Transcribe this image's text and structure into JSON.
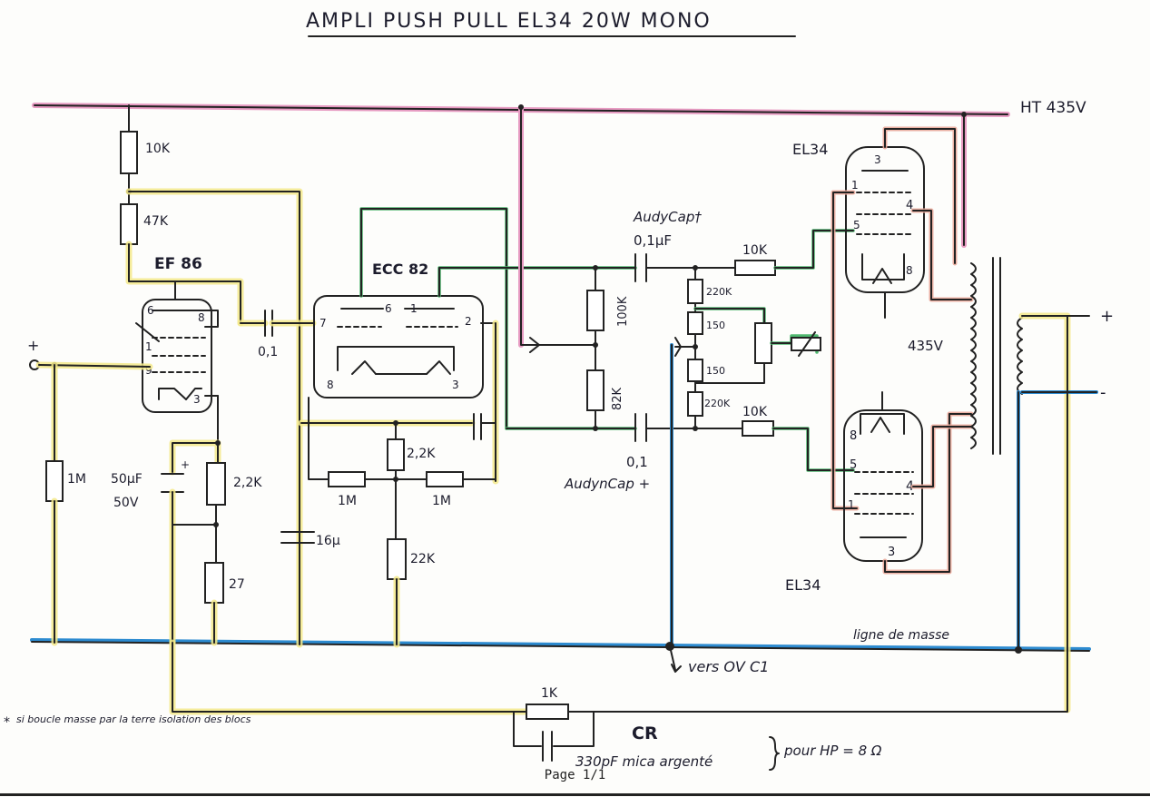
{
  "title": "AMPLI   PUSH PULL   EL34   20W  MONO",
  "ht_label": "HT 435V",
  "ground_label": "ligne de masse",
  "ov_label": "vers OV  C1",
  "tubes": {
    "ef86": "EF 86",
    "ecc82": "ECC 82",
    "el34_top": "EL34",
    "el34_bottom": "EL34"
  },
  "components": {
    "r_10k_top": "10K",
    "r_47k": "47K",
    "r_1m_input": "1M",
    "cap_50uf": "50µF",
    "cap_50uf_v": "50V",
    "r_2k2": "2,2K",
    "r_27": "27",
    "cap_0_1": "0,1",
    "cap_16u": "16µ",
    "r_1m_left": "1M",
    "r_1m_right": "1M",
    "r_2k2_mid": "2,2K",
    "r_22k": "22K",
    "r_100k": "100K",
    "r_82k": "82K",
    "cap_audycap_top": "AudyCap†",
    "cap_audycap_top_val": "0,1µF",
    "cap_audycap_bottom_val": "0,1",
    "cap_audycap_bottom": "AudynCap +",
    "r_220k_top": "220K",
    "r_150_a": "150",
    "r_150_b": "150",
    "r_220k_bottom": "220K",
    "r_10k_grid_top": "10K",
    "r_10k_grid_bottom": "10K",
    "v_435": "435V",
    "r_1k": "1K",
    "cr": "CR",
    "cap_330pf": "330pF  mica  argenté",
    "hp_note": "pour  HP = 8 Ω"
  },
  "pins": {
    "ef86_6": "6",
    "ef86_8": "8",
    "ef86_1": "1",
    "ef86_9": "9",
    "ef86_3": "3",
    "ecc_7": "7",
    "ecc_6": "6",
    "ecc_1": "1",
    "ecc_2": "2",
    "ecc_8": "8",
    "ecc_3": "3",
    "el_top_3": "3",
    "el_top_1": "1",
    "el_top_5": "5",
    "el_top_4": "4",
    "el_top_8": "8",
    "el_bot_8": "8",
    "el_bot_5": "5",
    "el_bot_4": "4",
    "el_bot_1": "1",
    "el_bot_3": "3"
  },
  "side_note": "si boucle masse par la terre isolation des blocs",
  "input_plus": "+",
  "out_plus": "+",
  "out_minus": "-",
  "footer": "Page 1/1"
}
